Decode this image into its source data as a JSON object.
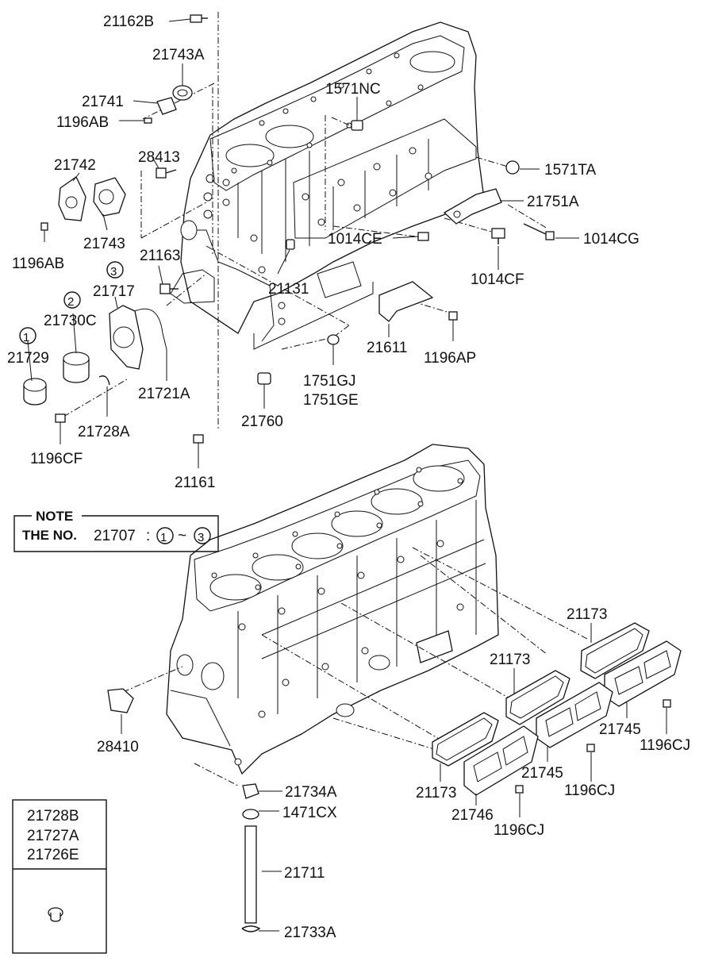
{
  "callouts": [
    {
      "id": "c21162B",
      "text": "21162B"
    },
    {
      "id": "c21743A",
      "text": "21743A"
    },
    {
      "id": "c21741",
      "text": "21741"
    },
    {
      "id": "c1196AB_a",
      "text": "1196AB"
    },
    {
      "id": "c1571NC",
      "text": "1571NC"
    },
    {
      "id": "c21742",
      "text": "21742"
    },
    {
      "id": "c28413",
      "text": "28413"
    },
    {
      "id": "c1571TA",
      "text": "1571TA"
    },
    {
      "id": "c21751A",
      "text": "21751A"
    },
    {
      "id": "c21743",
      "text": "21743"
    },
    {
      "id": "c1196AB_b",
      "text": "1196AB"
    },
    {
      "id": "c1014CE",
      "text": "1014CE"
    },
    {
      "id": "c1014CG",
      "text": "1014CG"
    },
    {
      "id": "c21163",
      "text": "21163"
    },
    {
      "id": "c1014CF",
      "text": "1014CF"
    },
    {
      "id": "c21717",
      "text": "21717"
    },
    {
      "id": "c21131",
      "text": "21131"
    },
    {
      "id": "c21730C",
      "text": "21730C"
    },
    {
      "id": "c21729",
      "text": "21729"
    },
    {
      "id": "c21611",
      "text": "21611"
    },
    {
      "id": "c1196AP",
      "text": "1196AP"
    },
    {
      "id": "c1751GJ",
      "text": "1751GJ"
    },
    {
      "id": "c1751GE",
      "text": "1751GE"
    },
    {
      "id": "c21721A",
      "text": "21721A"
    },
    {
      "id": "c21728A",
      "text": "21728A"
    },
    {
      "id": "c21760",
      "text": "21760"
    },
    {
      "id": "c1196CF",
      "text": "1196CF"
    },
    {
      "id": "c21161",
      "text": "21161"
    },
    {
      "id": "c21173_a",
      "text": "21173"
    },
    {
      "id": "c21173_b",
      "text": "21173"
    },
    {
      "id": "c28410",
      "text": "28410"
    },
    {
      "id": "c21745_a",
      "text": "21745"
    },
    {
      "id": "c1196CJ_a",
      "text": "1196CJ"
    },
    {
      "id": "c21745_b",
      "text": "21745"
    },
    {
      "id": "c1196CJ_b",
      "text": "1196CJ"
    },
    {
      "id": "c21173_c",
      "text": "21173"
    },
    {
      "id": "c21746",
      "text": "21746"
    },
    {
      "id": "c1196CJ_c",
      "text": "1196CJ"
    },
    {
      "id": "c21734A",
      "text": "21734A"
    },
    {
      "id": "c1471CX",
      "text": "1471CX"
    },
    {
      "id": "c21711",
      "text": "21711"
    },
    {
      "id": "c21733A",
      "text": "21733A"
    }
  ],
  "circled_numbers": [
    "1",
    "2",
    "3"
  ],
  "note": {
    "title": "NOTE",
    "prefix": "THE NO.",
    "part_no": "21707",
    "colon": ":",
    "range_start": "1",
    "tilde": "~",
    "range_end": "3"
  },
  "legend_box": {
    "items": [
      "21728B",
      "21727A",
      "21726E"
    ]
  }
}
